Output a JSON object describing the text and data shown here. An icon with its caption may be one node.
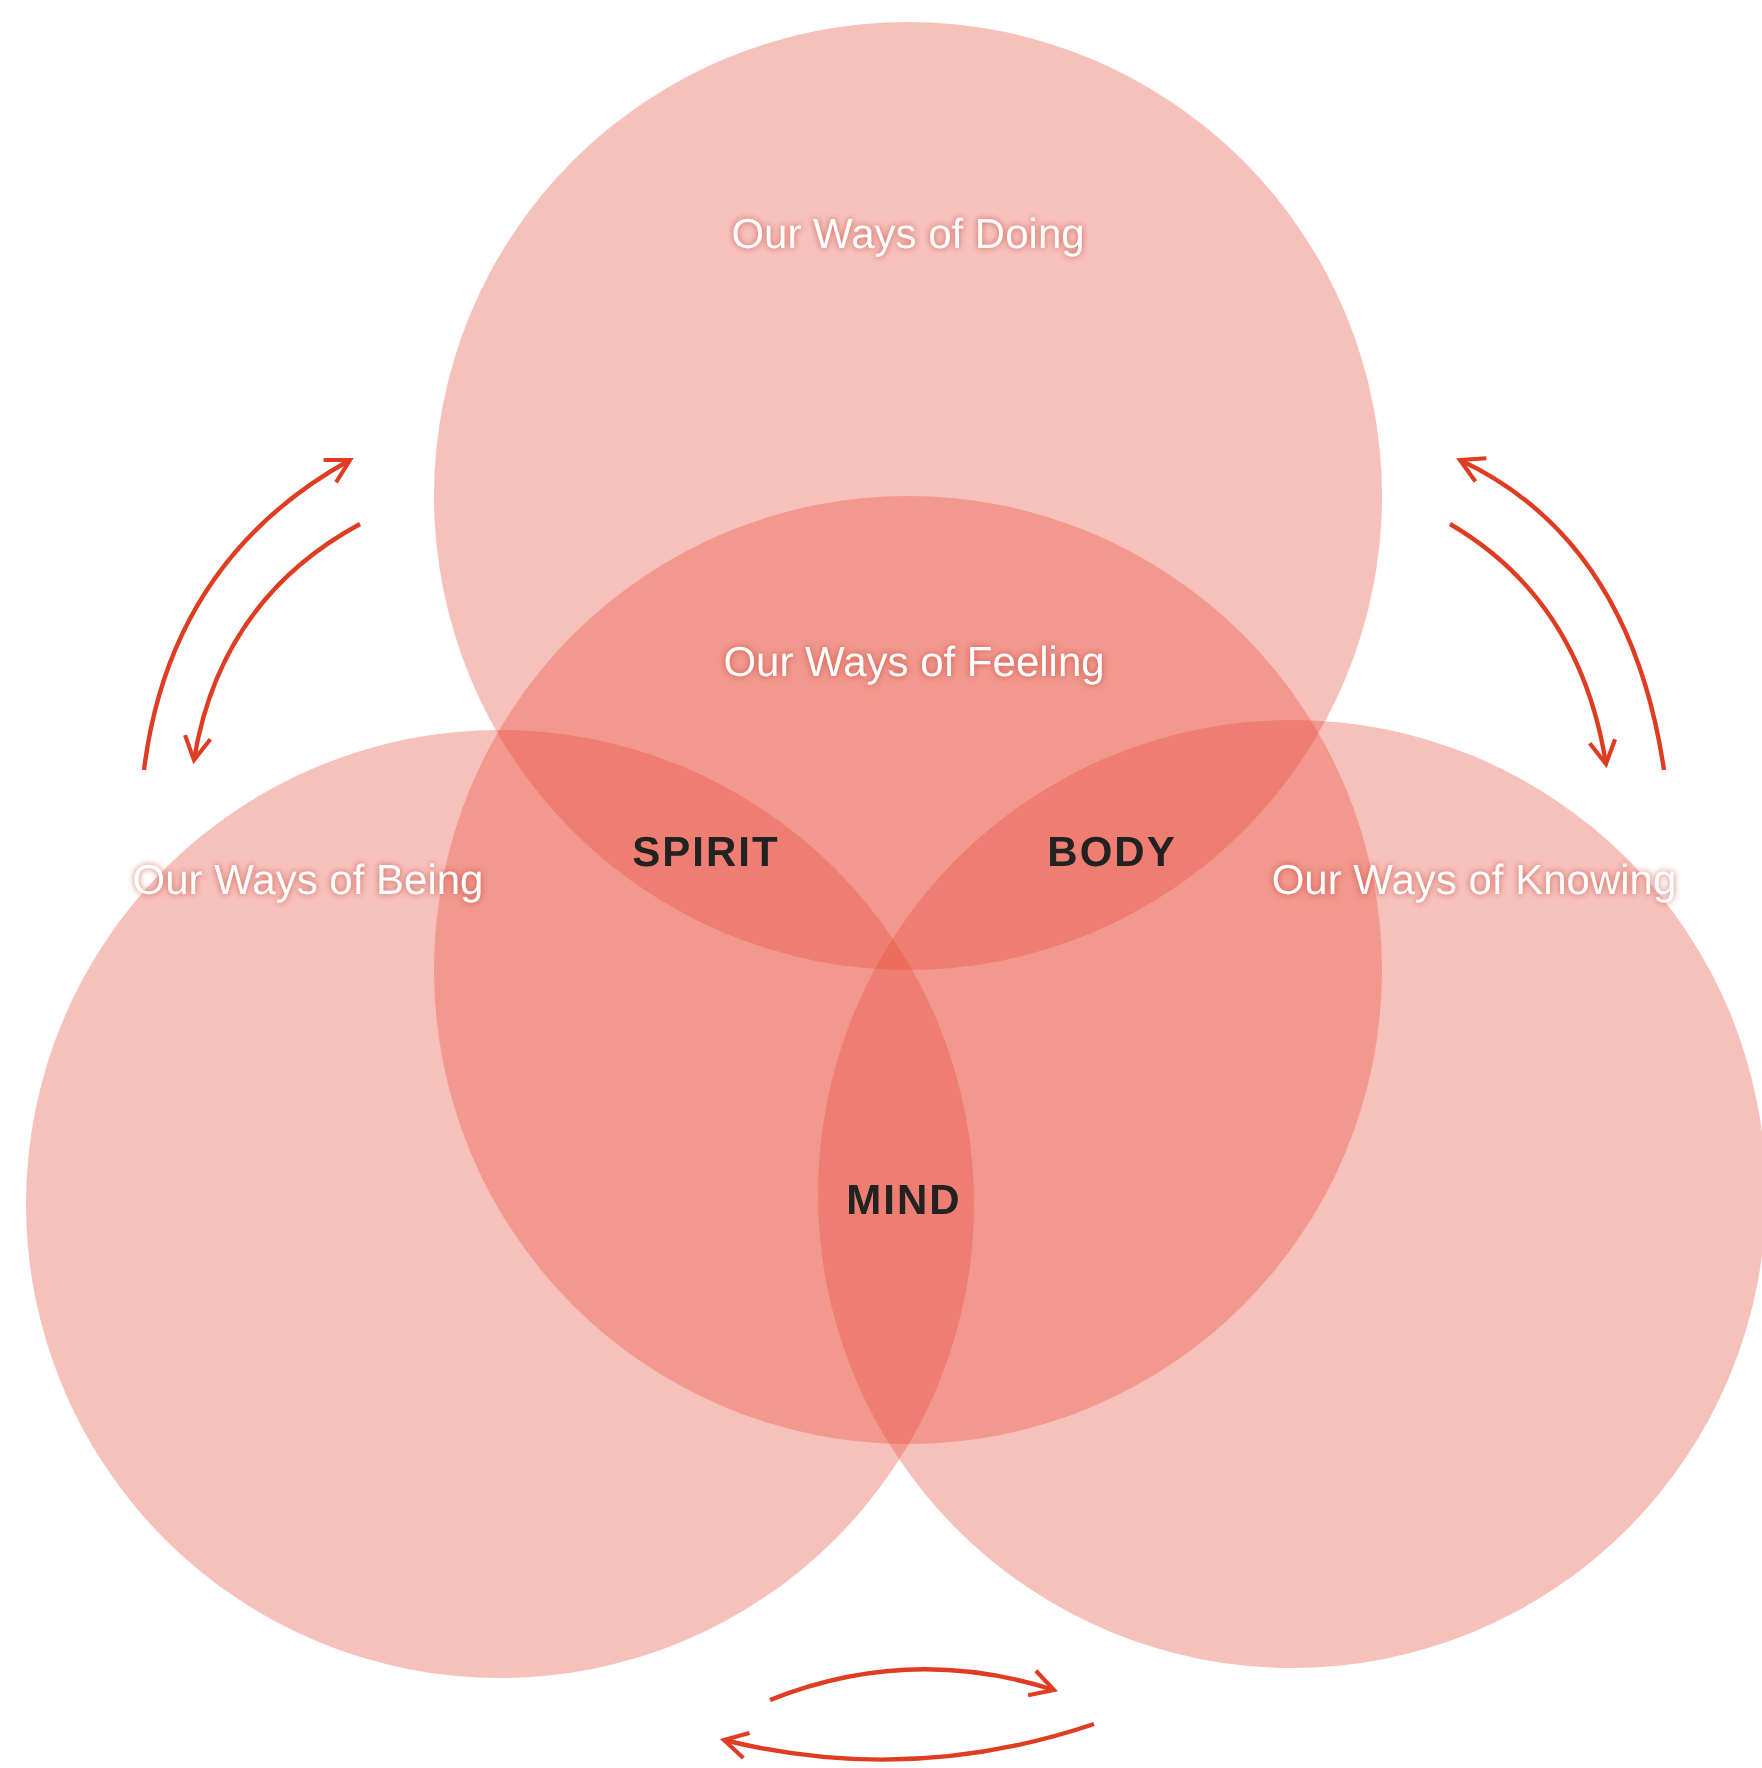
{
  "diagram": {
    "nodes": [
      {
        "text": [
          "Our Ways of Doing"
        ]
      },
      {
        "text": [
          "Our Ways of Feeling"
        ]
      },
      {
        "text": [
          "Our Ways of Being"
        ]
      },
      {
        "text": [
          "Our Ways of Knowing"
        ]
      }
    ],
    "edges": [
      {
        "from": 2,
        "to": 0,
        "arrow": "to"
      },
      {
        "from": 0,
        "to": 2,
        "arrow": "to"
      },
      {
        "from": 3,
        "to": 0,
        "arrow": "to"
      },
      {
        "from": 0,
        "to": 3,
        "arrow": "to"
      },
      {
        "from": 2,
        "to": 3,
        "arrow": "to"
      },
      {
        "from": 3,
        "to": 2,
        "arrow": "to"
      }
    ],
    "labels": [
      "SPIRIT",
      "BODY",
      "MIND"
    ]
  }
}
